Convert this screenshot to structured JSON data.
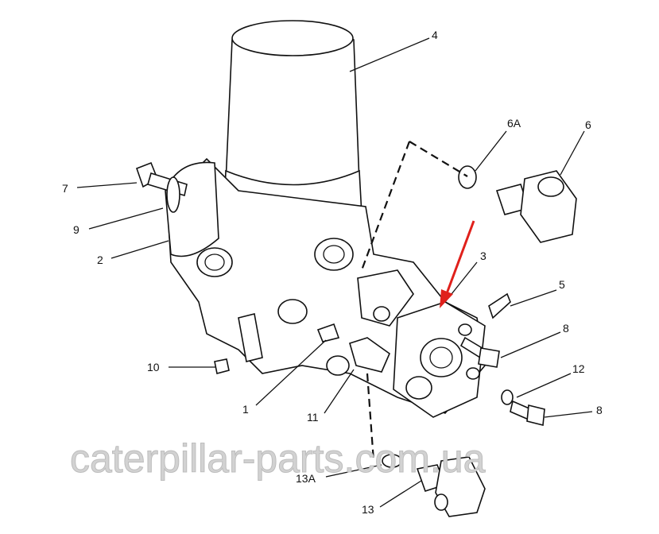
{
  "diagram": {
    "callouts": {
      "c4": "4",
      "c6a": "6A",
      "c6": "6",
      "c7": "7",
      "c9": "9",
      "c2": "2",
      "c3": "3",
      "c5": "5",
      "c8a": "8",
      "c12": "12",
      "c8b": "8",
      "c10": "10",
      "c1": "1",
      "c11": "11",
      "c13a": "13A",
      "c13": "13"
    },
    "watermark": "caterpillar-parts.com.ua",
    "highlight_color": "#e0201b"
  }
}
